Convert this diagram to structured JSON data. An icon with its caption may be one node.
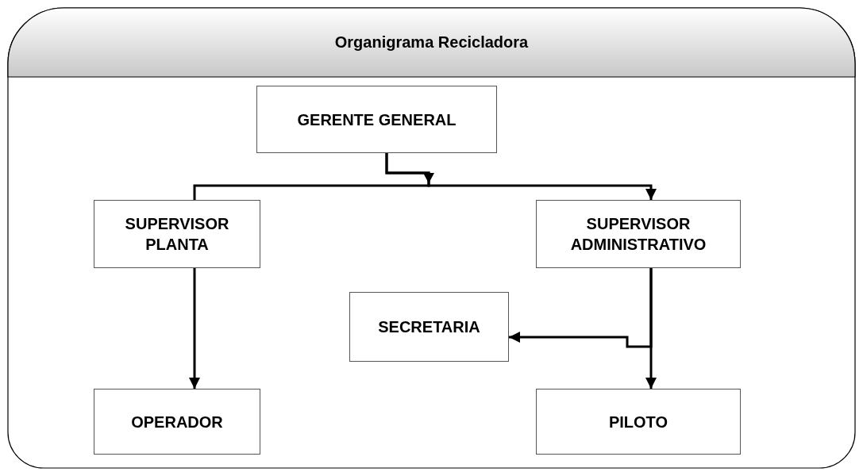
{
  "diagram": {
    "title": "Organigrama Recicladora",
    "nodes": [
      {
        "text": [
          "GERENTE GENERAL"
        ]
      },
      {
        "text": [
          "SUPERVISOR PLANTA"
        ]
      },
      {
        "text": [
          "SUPERVISOR ADMINISTRATIVO"
        ]
      },
      {
        "text": [
          "SECRETARIA"
        ]
      },
      {
        "text": [
          "OPERADOR"
        ]
      },
      {
        "text": [
          "PILOTO"
        ]
      }
    ],
    "edges": [
      {
        "from": 0,
        "to": 1,
        "arrow": "to"
      },
      {
        "from": 0,
        "to": 2,
        "arrow": "to"
      },
      {
        "from": 1,
        "to": 4,
        "arrow": "to"
      },
      {
        "from": 2,
        "to": 3,
        "arrow": "to"
      },
      {
        "from": 2,
        "to": 5,
        "arrow": "to"
      }
    ]
  }
}
